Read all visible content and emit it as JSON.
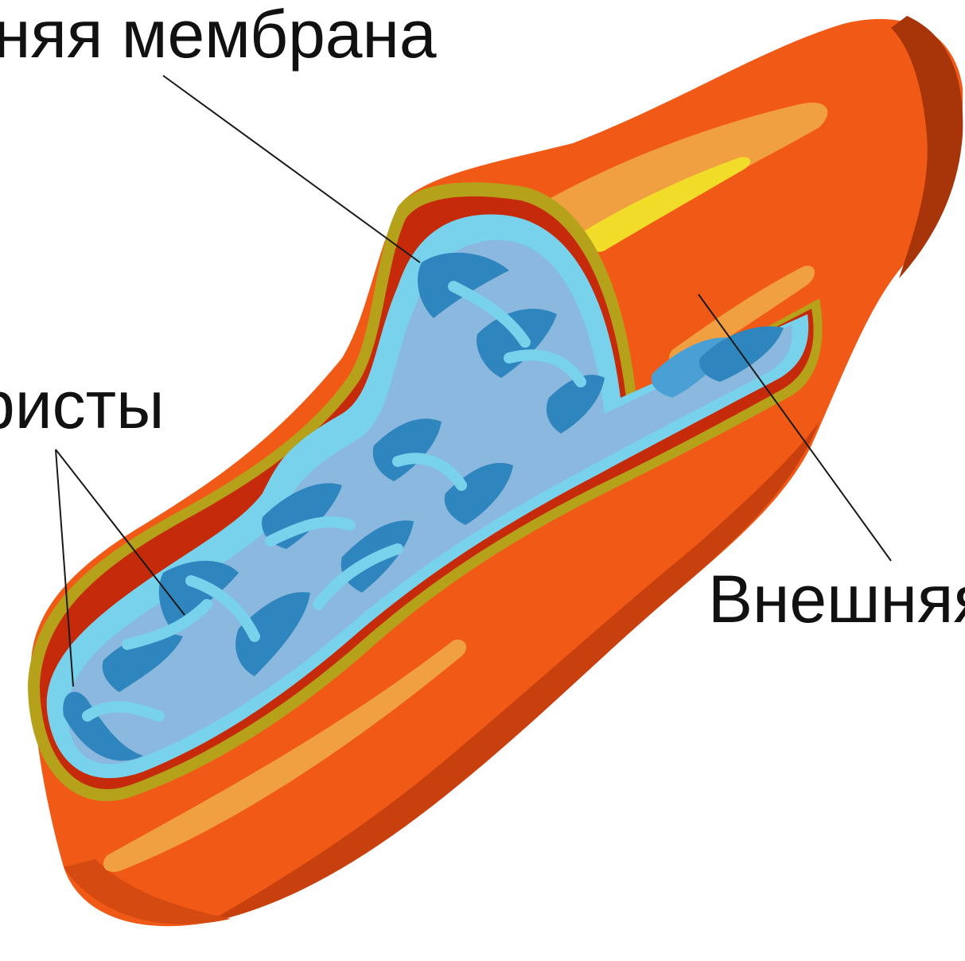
{
  "labels": {
    "inner_membrane": "няя мембрана",
    "cristae": "ристы",
    "outer_membrane": "Внешняя"
  },
  "colors": {
    "outer_membrane_light": "#f05a16",
    "outer_membrane_dark": "#c8400e",
    "outer_membrane_shadow": "#a8350a",
    "cut_edge": "#b6a21a",
    "intermembrane_space": "#c52a0a",
    "highlight_orange": "#f0a040",
    "highlight_yellow": "#f2dc2a",
    "inner_membrane_light": "#78d2ec",
    "matrix": "#8ab8de",
    "cristae_dark": "#2f86bf",
    "cristae_mid": "#4a9fd4"
  }
}
